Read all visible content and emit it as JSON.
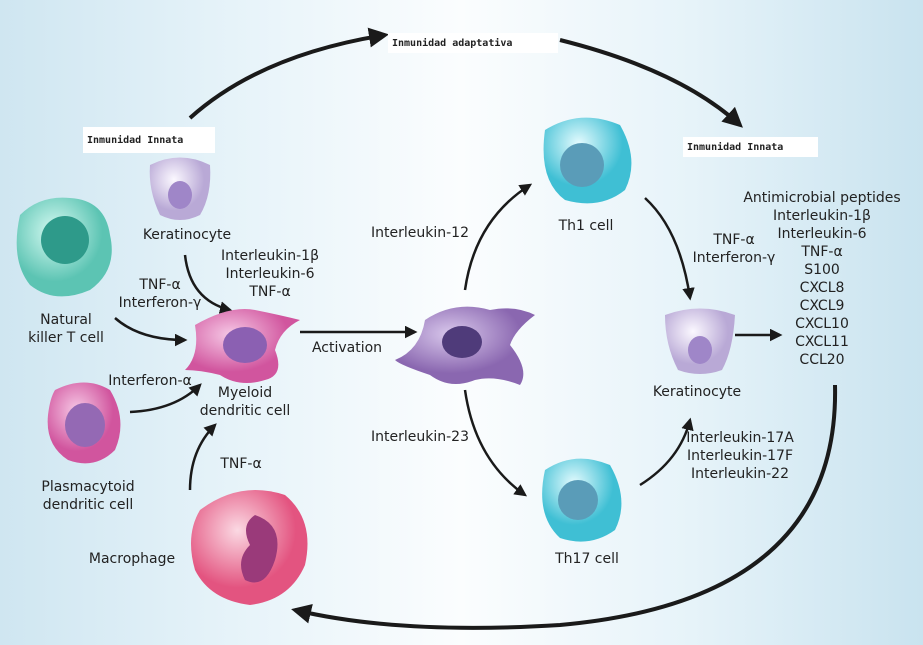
{
  "headers": {
    "adaptive": "Inmunidad adaptativa",
    "innate_left": "Inmunidad Innata",
    "innate_right": "Inmunidad Innata"
  },
  "cells": {
    "keratinocyte_top": "Keratinocyte",
    "nk_t_cell": [
      "Natural",
      "killer T cell"
    ],
    "myeloid_dc": [
      "Myeloid",
      "dendritic cell"
    ],
    "plasmacytoid_dc": [
      "Plasmacytoid",
      "dendritic cell"
    ],
    "macrophage": "Macrophage",
    "th1": "Th1 cell",
    "th17": "Th17 cell",
    "keratinocyte_right": "Keratinocyte"
  },
  "signals": {
    "nk_to_dc": [
      "TNF-α",
      "Interferon-γ"
    ],
    "keratinocyte_to_dc": [
      "Interleukin-1β",
      "Interleukin-6",
      "TNF-α"
    ],
    "plasmacytoid_to_dc": "Interferon-α",
    "macrophage_to_dc": "TNF-α",
    "activation": "Activation",
    "il12": "Interleukin-12",
    "il23": "Interleukin-23",
    "th1_to_keratinocyte": [
      "TNF-α",
      "Interferon-γ"
    ],
    "th17_to_keratinocyte": [
      "Interleukin-17A",
      "Interleukin-17F",
      "Interleukin-22"
    ],
    "keratinocyte_products": [
      "Antimicrobial peptides",
      "Interleukin-1β",
      "Interleukin-6",
      "TNF-α",
      "S100",
      "CXCL8",
      "CXCL9",
      "CXCL10",
      "CXCL11",
      "CCL20"
    ]
  }
}
